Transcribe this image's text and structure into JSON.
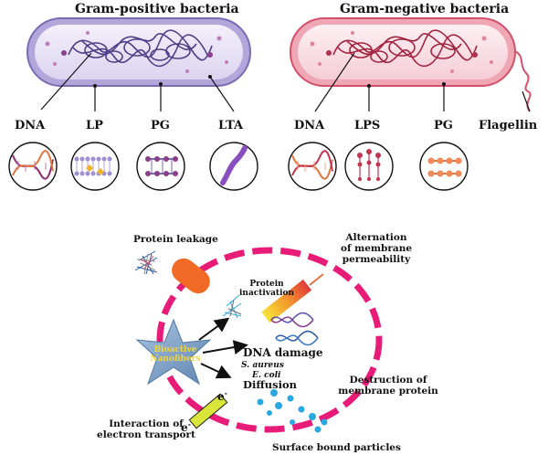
{
  "gram_positive": {
    "title": "Gram-positive bacteria",
    "components": [
      "DNA",
      "LP",
      "PG",
      "LTA"
    ]
  },
  "gram_negative": {
    "title": "Gram-negative bacteria",
    "components": [
      "DNA",
      "LPS",
      "PG",
      "Flagellin"
    ]
  },
  "mechanism": {
    "protein_leakage": "Protein leakage",
    "alternation_line1": "Alternation",
    "alternation_line2": "of membrane",
    "alternation_line3": "permeability",
    "protein_inactivation_line1": "Protein",
    "protein_inactivation_line2": "inactivation",
    "nanofiber_line1": "Bioactive",
    "nanofiber_line2": "Nanofibers",
    "dna_damage": "DNA damage",
    "s_aureus": "S. aureus",
    "e_coli": "E. coli",
    "diffusion": "Diffusion",
    "destruction_line1": "Destruction of",
    "destruction_line2": "membrane protein",
    "interaction_line1": "Interaction of",
    "interaction_line2": "electron transport",
    "surface_bound": "Surface bound particles",
    "electron": "e",
    "electron_sup": "-"
  },
  "colors": {
    "gram_positive_wall": "#7a6bb3",
    "gram_positive_fill": "#e9e4f5",
    "gram_negative_wall": "#d4506a",
    "gram_negative_fill": "#fbe3e8",
    "membrane_dash": "#e81c78",
    "dot_blue": "#2aa8e0",
    "nanofiber_star": "#7fa3c8"
  }
}
